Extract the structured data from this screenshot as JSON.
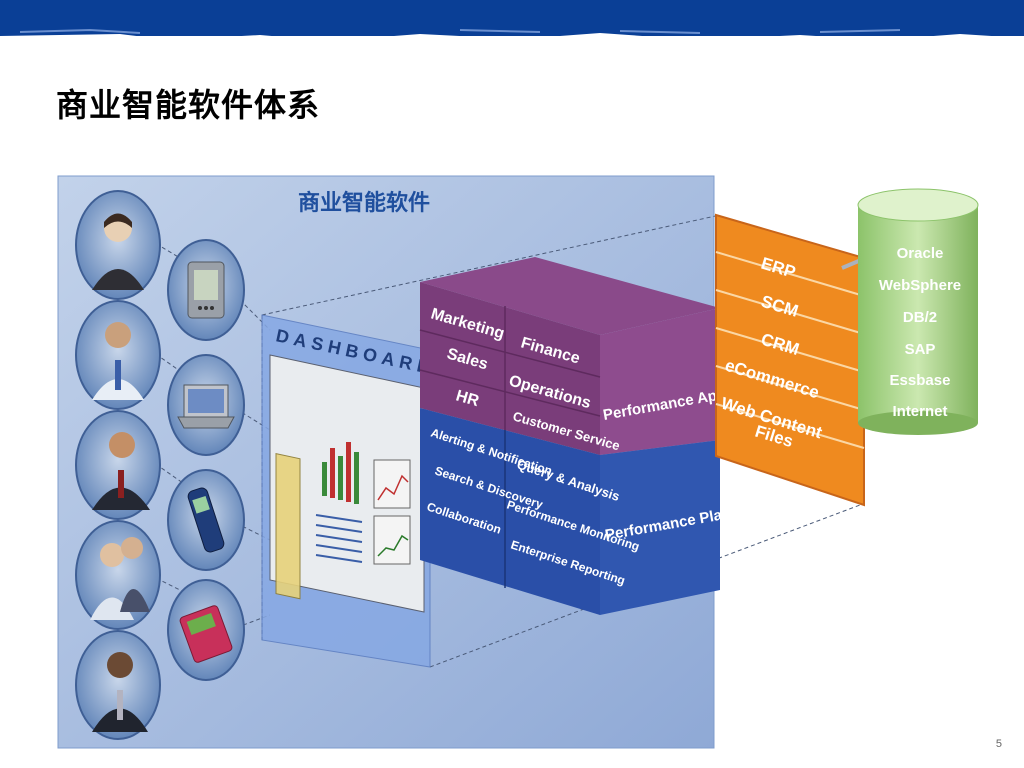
{
  "slide": {
    "title": "商业智能软件体系",
    "page_number": "5"
  },
  "diagram": {
    "panel_title": "商业智能软件",
    "dashboard_label": "DASHBOARD",
    "apps_cells": [
      "Marketing",
      "Finance",
      "Sales",
      "Operations",
      "HR",
      "Customer Service"
    ],
    "apps_side_label": "Performance Applications",
    "platform_cells": [
      "Alerting & Notification",
      "Query & Analysis",
      "Search & Discovery",
      "Performance Monitoring",
      "Collaboration",
      "Enterprise Reporting"
    ],
    "platform_side_label": "Performance Platform",
    "sources": [
      "ERP",
      "SCM",
      "CRM",
      "eCommerce",
      "Web Content",
      "Files"
    ],
    "databases": [
      "Oracle",
      "WebSphere",
      "DB/2",
      "SAP",
      "Essbase",
      "Internet"
    ],
    "users": [
      "executive",
      "analyst",
      "manager",
      "team",
      "field-worker"
    ],
    "devices": [
      "pda",
      "laptop",
      "mobile-phone",
      "handheld-organizer"
    ],
    "colors": {
      "banner": "#0a3f96",
      "panel": "#a8bfe0",
      "dashboard": "#86a8e4",
      "apps": "#7a3d7a",
      "platform": "#2a4fa8",
      "sources": "#ef8a1f",
      "database": "#a8d58a"
    }
  }
}
